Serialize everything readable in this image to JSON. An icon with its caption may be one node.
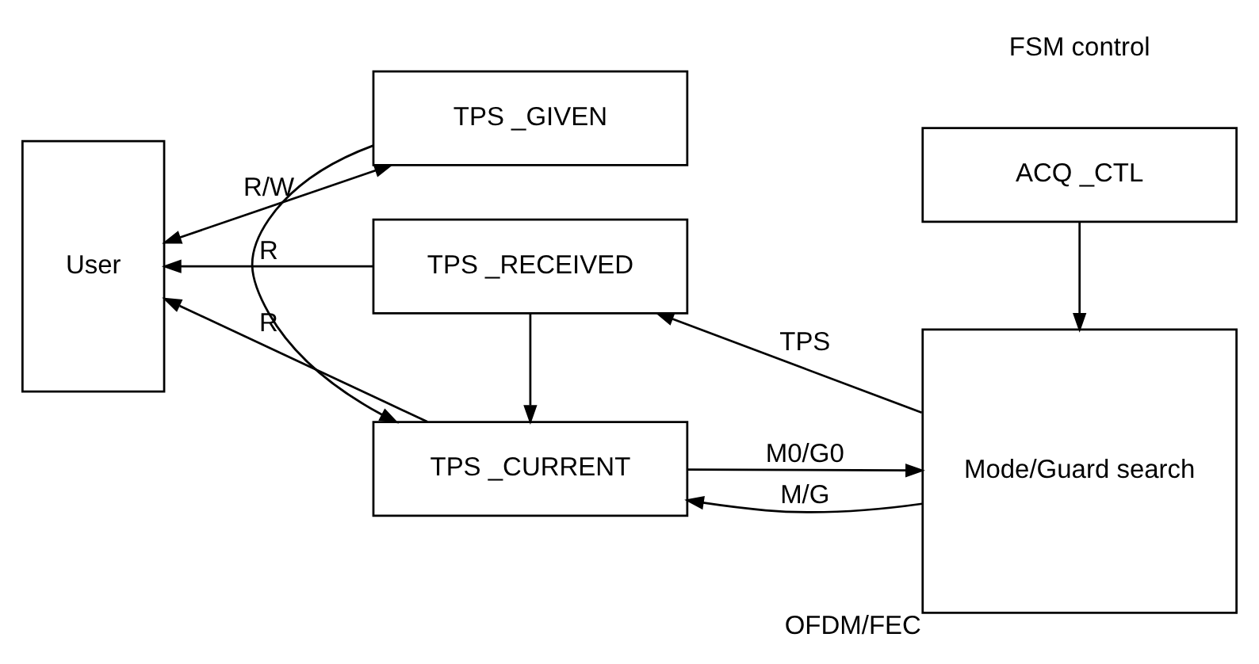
{
  "diagram": {
    "nodes": [
      {
        "text": [
          "User"
        ]
      },
      {
        "text": [
          "TPS _GIVEN"
        ]
      },
      {
        "text": [
          "TPS _CURRENT"
        ]
      },
      {
        "text": [
          "TPS _RECEIVED"
        ]
      },
      {
        "text": [
          "ACQ _CTL"
        ]
      },
      {
        "text": [
          "Mode/Guard search"
        ],
        "beside": [
          "OFDM/FEC"
        ]
      }
    ],
    "edges": [
      {
        "from": 0,
        "to": 1,
        "arrow": "both",
        "label": "R/W"
      },
      {
        "from": 1,
        "to": 2,
        "arrow": "to"
      },
      {
        "from": 2,
        "to": 0,
        "arrow": "to",
        "label": "R"
      },
      {
        "from": 3,
        "to": 0,
        "arrow": "to",
        "label": "R"
      },
      {
        "from": 3,
        "to": 2,
        "arrow": "to"
      },
      {
        "from": 4,
        "to": 5,
        "arrow": "to"
      },
      {
        "from": 2,
        "to": 5,
        "arrow": "to",
        "label": "M0/G0"
      },
      {
        "from": 5,
        "to": 2,
        "arrow": "to",
        "label": "M/G"
      },
      {
        "from": 5,
        "to": 3,
        "arrow": "to",
        "label": "TPS"
      }
    ],
    "labels": [
      "FSM control"
    ]
  }
}
